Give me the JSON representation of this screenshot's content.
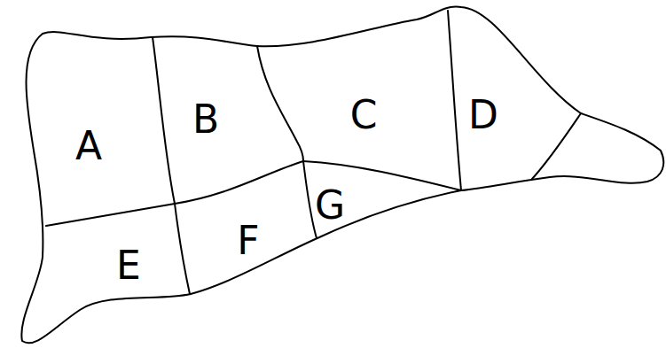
{
  "diagram": {
    "labels": [
      "A",
      "B",
      "C",
      "D",
      "E",
      "F",
      "G"
    ]
  }
}
